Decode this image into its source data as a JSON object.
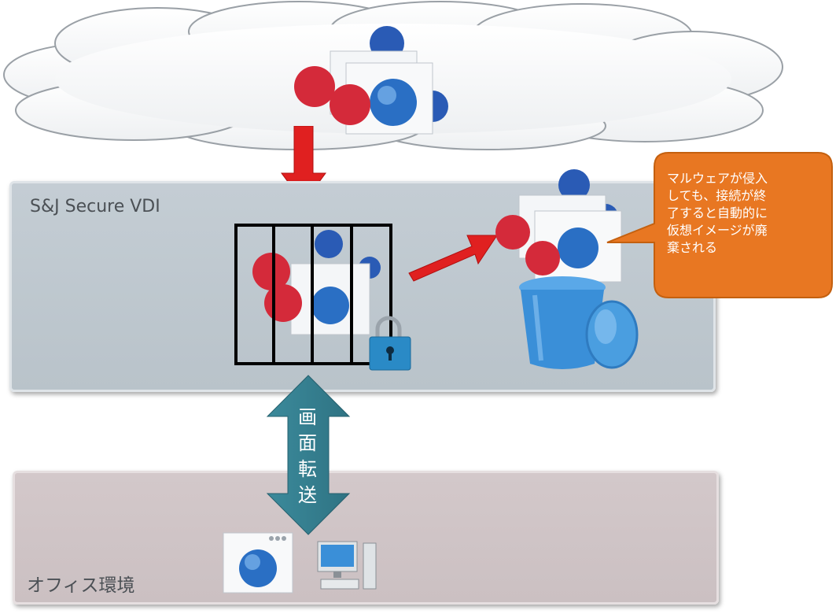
{
  "zones": {
    "vdi_title": "S&J Secure VDI",
    "office_title": "オフィス環境"
  },
  "callout": {
    "text": "マルウェアが侵入\nしても、接続が終\n了すると自動的に\n仮想イメージが廃\n棄される",
    "color": "#e87722"
  },
  "transfer": {
    "label": "画面転送",
    "color": "#3b8a9b"
  },
  "colors": {
    "arrow": "#e02020",
    "vdi_panel": "#bec8cf",
    "office_panel": "#cfc4c6",
    "malware_red": "#d42a3a",
    "malware_blue": "#2a5bb5",
    "globe": "#2a6fc4",
    "trash": "#3a8fd8"
  },
  "icons": [
    "cloud-icon",
    "malware-red-icon",
    "malware-blue-icon",
    "browser-window-icon",
    "globe-icon",
    "padlock-icon",
    "trash-bin-icon",
    "desktop-computer-icon",
    "cage-icon"
  ]
}
